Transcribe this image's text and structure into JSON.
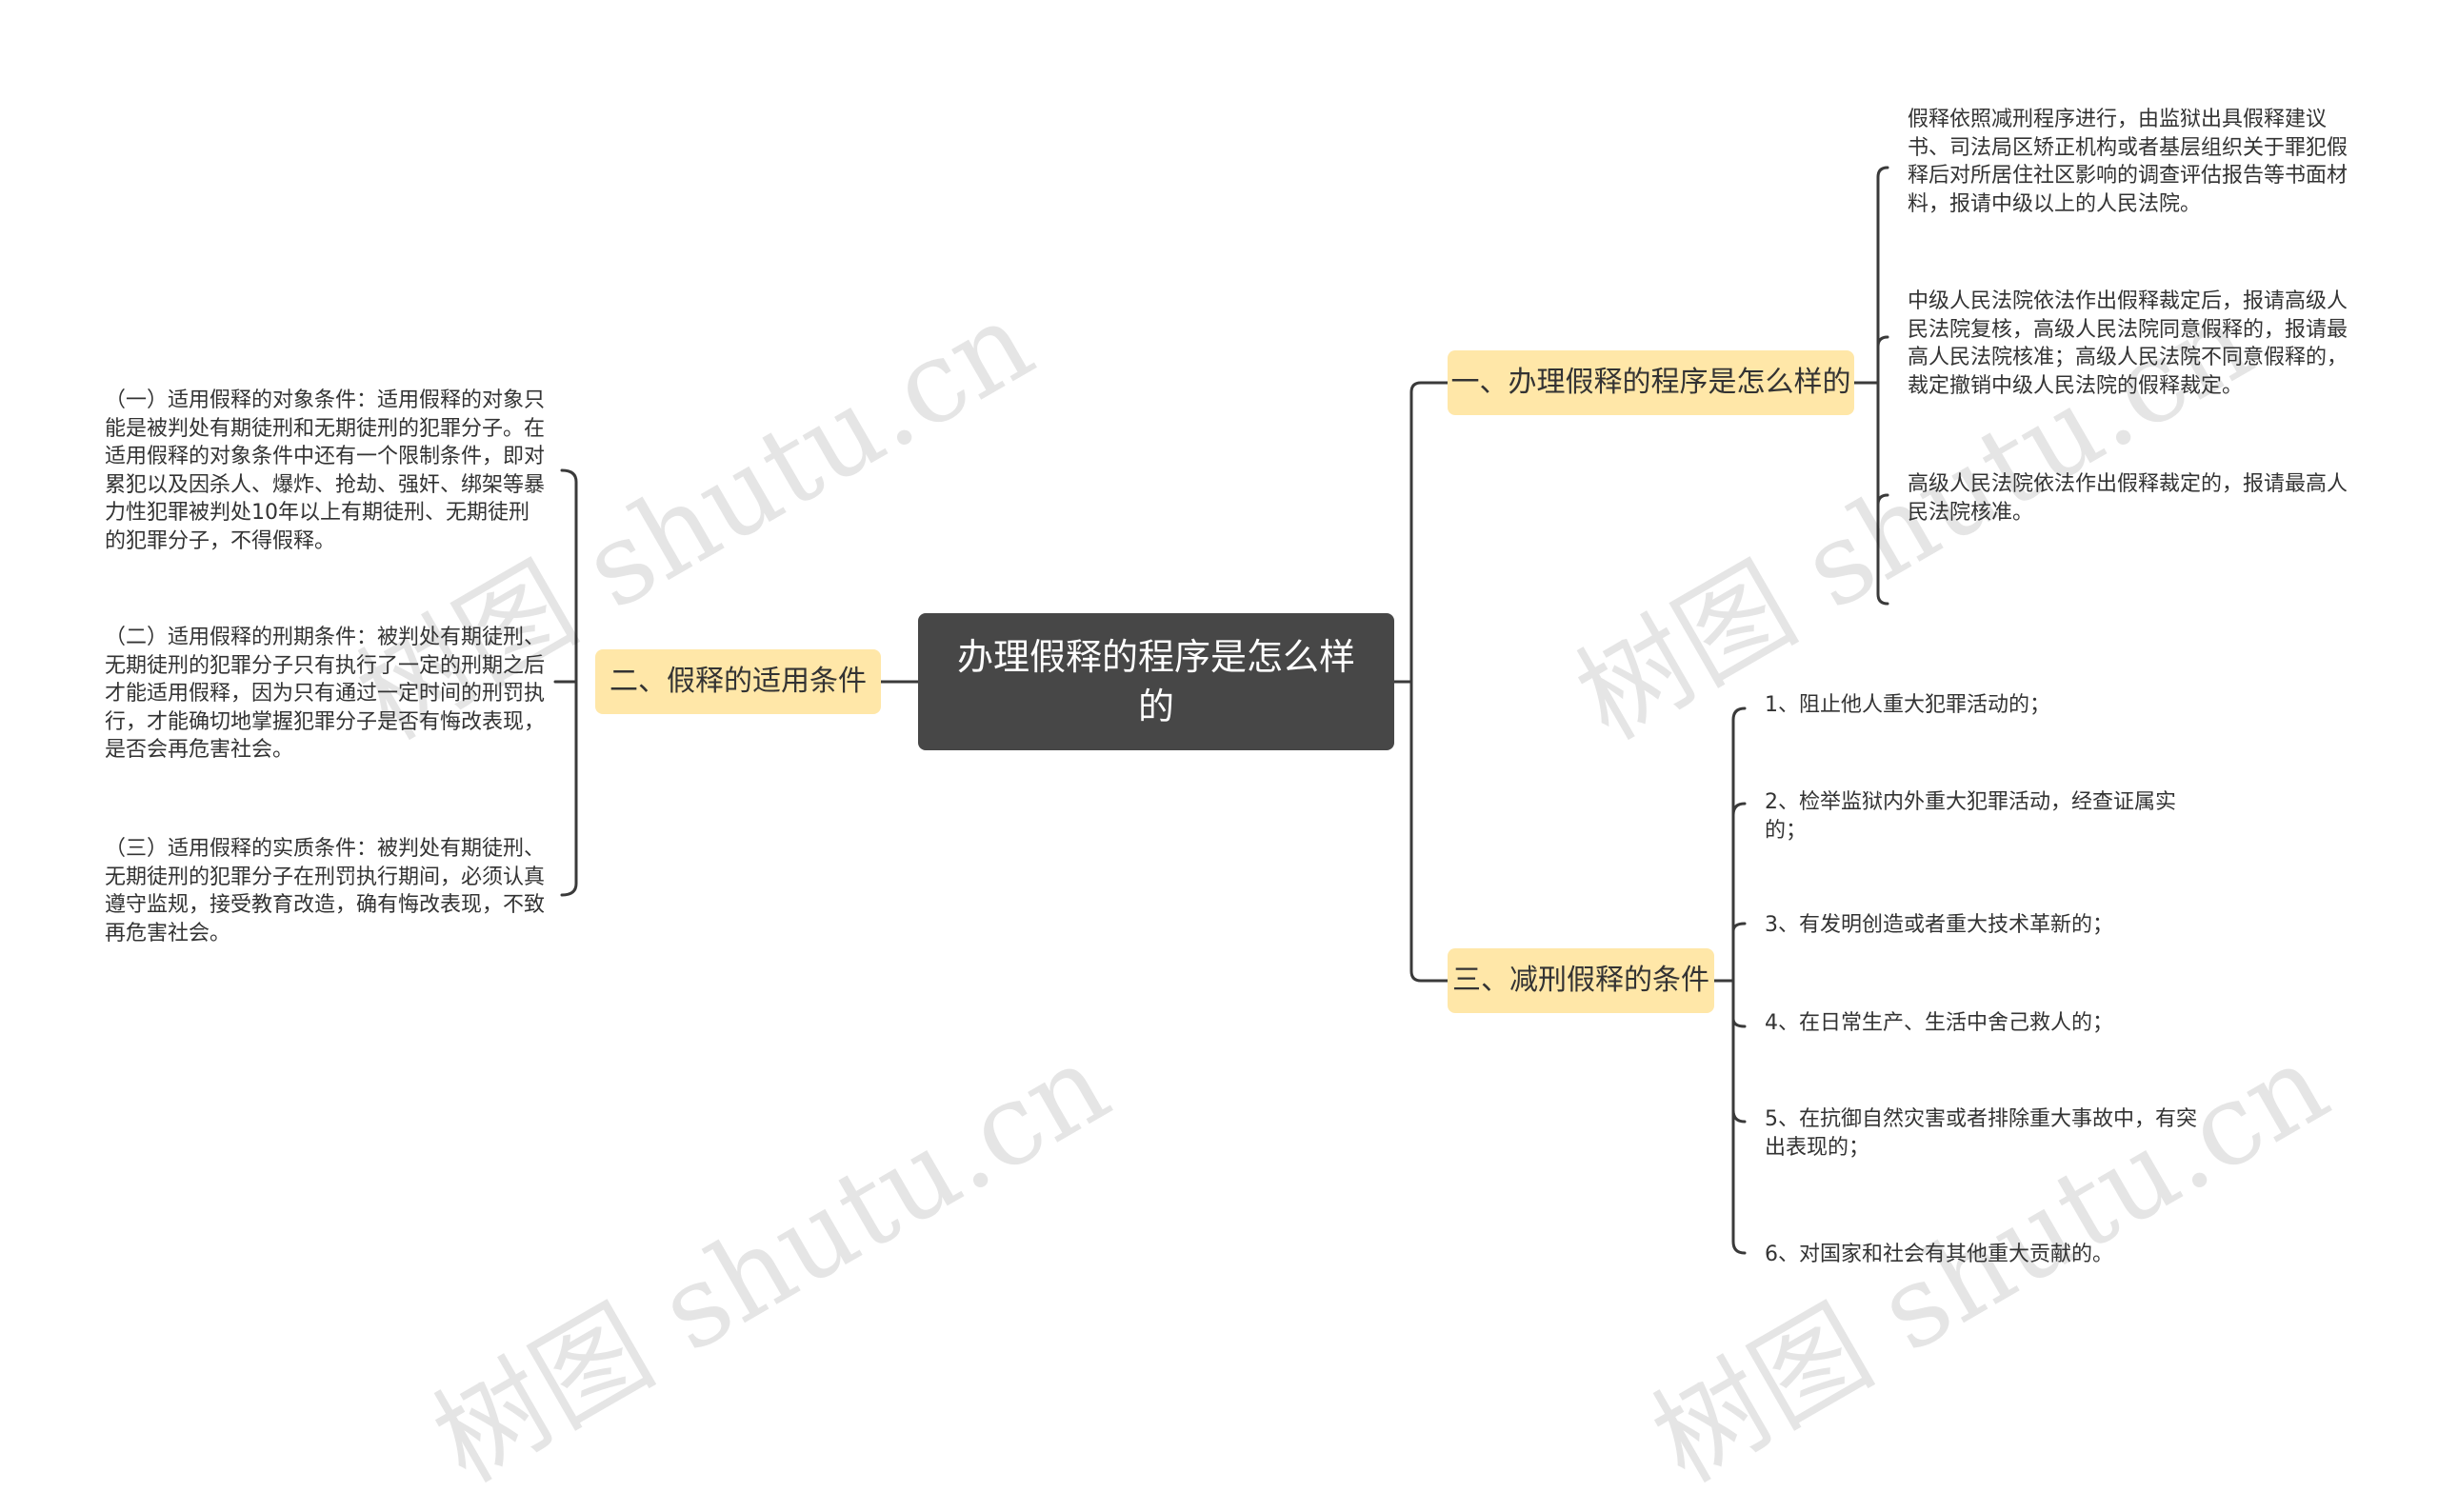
{
  "watermark": "树图 shutu.cn",
  "root": {
    "title": "办理假释的程序是怎么样的"
  },
  "branches": {
    "procedure": {
      "label": "一、办理假释的程序是怎么样的",
      "leaves": [
        "假释依照减刑程序进行，由监狱出具假释建议书、司法局区矫正机构或者基层组织关于罪犯假释后对所居住社区影响的调查评估报告等书面材料，报请中级以上的人民法院。",
        "中级人民法院依法作出假释裁定后，报请高级人民法院复核，高级人民法院同意假释的，报请最高人民法院核准；高级人民法院不同意假释的，裁定撤销中级人民法院的假释裁定。",
        "高级人民法院依法作出假释裁定的，报请最高人民法院核准。"
      ]
    },
    "conditions": {
      "label": "二、假释的适用条件",
      "leaves": [
        "（一）适用假释的对象条件：适用假释的对象只能是被判处有期徒刑和无期徒刑的犯罪分子。在适用假释的对象条件中还有一个限制条件，即对累犯以及因杀人、爆炸、抢劫、强奸、绑架等暴力性犯罪被判处10年以上有期徒刑、无期徒刑的犯罪分子，不得假释。",
        "（二）适用假释的刑期条件：被判处有期徒刑、无期徒刑的犯罪分子只有执行了一定的刑期之后才能适用假释，因为只有通过一定时间的刑罚执行，才能确切地掌握犯罪分子是否有悔改表现，是否会再危害社会。",
        "（三）适用假释的实质条件：被判处有期徒刑、无期徒刑的犯罪分子在刑罚执行期间，必须认真遵守监规，接受教育改造，确有悔改表现，不致再危害社会。"
      ]
    },
    "reduction": {
      "label": "三、减刑假释的条件",
      "leaves": [
        "1、阻止他人重大犯罪活动的；",
        "2、检举监狱内外重大犯罪活动，经查证属实的；",
        "3、有发明创造或者重大技术革新的；",
        "4、在日常生产、生活中舍己救人的；",
        "5、在抗御自然灾害或者排除重大事故中，有突出表现的；",
        "6、对国家和社会有其他重大贡献的。"
      ]
    }
  }
}
